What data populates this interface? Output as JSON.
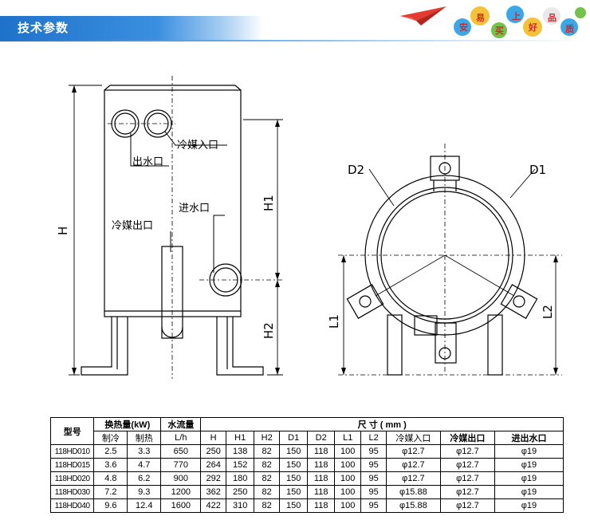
{
  "header": {
    "title": "技术参数",
    "brand_chars": [
      "安",
      "易",
      "买",
      "上",
      "好",
      "品",
      "质"
    ]
  },
  "drawing": {
    "labels": {
      "water_out": "出水口",
      "refrigerant_in": "冷媒入口",
      "water_in": "进水口",
      "refrigerant_out": "冷媒出口",
      "H": "H",
      "H1": "H1",
      "H2": "H2",
      "D1": "D1",
      "D2": "D2",
      "L1": "L1",
      "L2": "L2"
    }
  },
  "table": {
    "model_header": "型号",
    "heat_header": "换热量(kW)",
    "flow_header": "水流量",
    "size_header": "尺      寸 ( mm )",
    "sub_headers": [
      "制冷",
      "制热",
      "L/h",
      "H",
      "H1",
      "H2",
      "D1",
      "D2",
      "L1",
      "L2",
      "冷媒入口",
      "冷媒出口",
      "进出水口"
    ],
    "rows": [
      [
        "118HD010",
        "2.5",
        "3.3",
        "650",
        "250",
        "138",
        "82",
        "150",
        "118",
        "100",
        "95",
        "φ12.7",
        "φ12.7",
        "φ19"
      ],
      [
        "118HD015",
        "3.6",
        "4.7",
        "770",
        "264",
        "152",
        "82",
        "150",
        "118",
        "100",
        "95",
        "φ12.7",
        "φ12.7",
        "φ19"
      ],
      [
        "118HD020",
        "4.8",
        "6.2",
        "900",
        "292",
        "180",
        "82",
        "150",
        "118",
        "100",
        "95",
        "φ12.7",
        "φ12.7",
        "φ19"
      ],
      [
        "118HD030",
        "7.2",
        "9.3",
        "1200",
        "362",
        "250",
        "82",
        "150",
        "118",
        "100",
        "95",
        "φ15.88",
        "φ12.7",
        "φ19"
      ],
      [
        "118HD040",
        "9.6",
        "12.4",
        "1600",
        "422",
        "310",
        "82",
        "150",
        "118",
        "100",
        "95",
        "φ15.88",
        "φ12.7",
        "φ19"
      ]
    ]
  },
  "colors": {
    "header_blue": "#1f72c9",
    "brand_red": "#d4262c"
  }
}
